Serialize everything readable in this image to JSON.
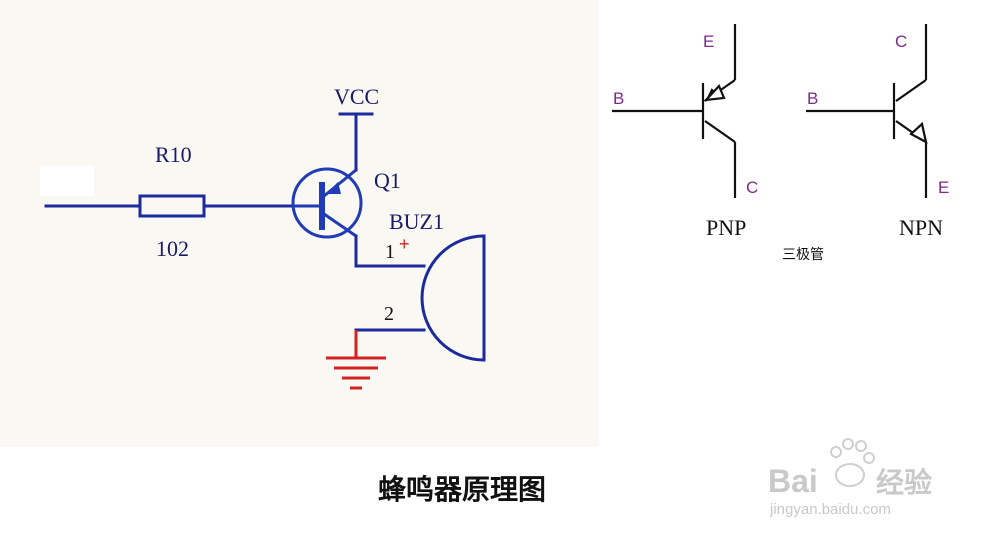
{
  "circuit": {
    "resistor_ref": "R10",
    "resistor_value": "102",
    "supply": "VCC",
    "transistor_ref": "Q1",
    "buzzer_ref": "BUZ1",
    "pin1": "1",
    "pin1_polarity": "+",
    "pin2": "2"
  },
  "title": "蜂鸣器原理图",
  "pnp": {
    "emitter": "E",
    "base": "B",
    "collector": "C",
    "label": "PNP"
  },
  "npn": {
    "collector": "C",
    "base": "B",
    "emitter": "E",
    "label": "NPN"
  },
  "transistor_caption": "三极管",
  "watermark": {
    "brand_prefix": "Bai",
    "brand_suffix": "经验",
    "url": "jingyan.baidu.com"
  },
  "colors": {
    "wire": "#1c2a9c",
    "ground": "#d32020",
    "terminal_label": "#7b2b8a",
    "background": "#f9f8f3"
  }
}
